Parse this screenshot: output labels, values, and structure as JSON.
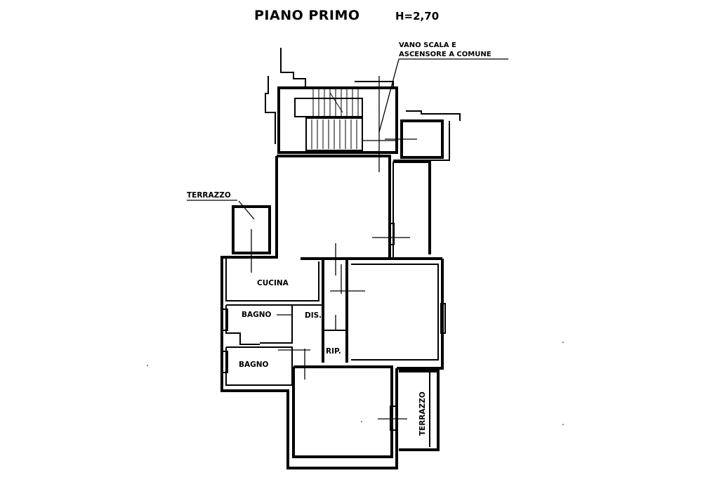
{
  "title": {
    "floor": "PIANO PRIMO",
    "height": "H=2,70"
  },
  "labels": {
    "stair": "VANO SCALA E",
    "stair_line2": "ASCENSORE A COMUNE",
    "terrace_left": "TERRAZZO",
    "kitchen": "CUCINA",
    "bath_upper": "BAGNO",
    "bath_lower": "BAGNO",
    "hall": "DIS.",
    "storage": "RIP.",
    "terrace_right": "TERRAZZO"
  }
}
